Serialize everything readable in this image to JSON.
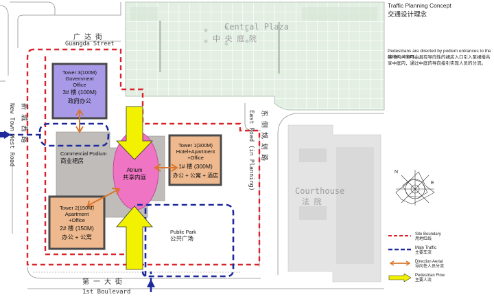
{
  "header": {
    "title_en": "Traffic Planning Concept",
    "title_cn": "交通设计理念"
  },
  "description": {
    "en": "Pedestrians are directed by podium entrances to the center atrium.",
    "cn": "基地内人流可由具有导向性的裙房入口引入至裙楼共享中庭内，通过中庭的导向指引实现人员的分流。"
  },
  "streets": {
    "guangda_cn": "广  达  街",
    "guangda_en": "Guangda Street",
    "newtown_cn": "新 城 西 路",
    "newtown_en": "New Town West Road",
    "east_cn": "东 侧 规 划 路",
    "east_en": "East Road (in Planning)",
    "first_cn": "第  一  大  街",
    "first_en": "1st Boulevard"
  },
  "places": {
    "central_plaza_en": "Central Plaza",
    "central_plaza_cn": "中  央  庭  院",
    "courthouse_en": "Courthouse",
    "courthouse_cn": "法  院"
  },
  "buildings": {
    "tower3": {
      "en1": "Tower 3(100M)",
      "en2": "Government",
      "en3": "Office",
      "cn1": "3# 楼  (100M)",
      "cn2": "政府办公"
    },
    "tower1": {
      "en1": "Tower 1(300M)",
      "en2": "Hotel+Apartment",
      "en3": "+Office",
      "cn1": "1# 楼  (300M)",
      "cn2": "办公 + 公寓 + 酒店"
    },
    "tower2": {
      "en1": "Tower 2(150M)",
      "en2": "Apartment",
      "en3": "+Office",
      "cn1": "2# 楼  (150M)",
      "cn2": "办公 + 公寓"
    },
    "podium": {
      "en": "Commercial Podium",
      "cn": "商业裙房"
    },
    "atrium": {
      "en": "Atrium",
      "cn": "共享内庭"
    },
    "park": {
      "en": "Public Park",
      "cn": "公共广场"
    }
  },
  "compass": {
    "n": "N",
    "e": "E"
  },
  "legend": [
    {
      "key": "site-boundary",
      "en": "Site Boundary",
      "cn": "用地红线",
      "color": "#d8232a"
    },
    {
      "key": "main-traffic",
      "en": "Main Traffic",
      "cn": "主要车流",
      "color": "#1e2a9c"
    },
    {
      "key": "direction-aerial",
      "en": "Direction Aerial",
      "cn": "导向性人员分流",
      "color": "#d9742a"
    },
    {
      "key": "pedestrian-flow",
      "en": "Pedestrian Flow",
      "cn": "主要人流",
      "color": "#f2f200"
    }
  ],
  "colors": {
    "boundary": "#d8232a",
    "traffic": "#1e2a9c",
    "direction": "#d9742a",
    "pedestrian": "#f2f200",
    "atrium": "#ef74c3",
    "tower3": "#a79ae6",
    "tower_tan": "#eeb98e",
    "podium": "#bfbcba",
    "plaza": "#e3efe3"
  }
}
